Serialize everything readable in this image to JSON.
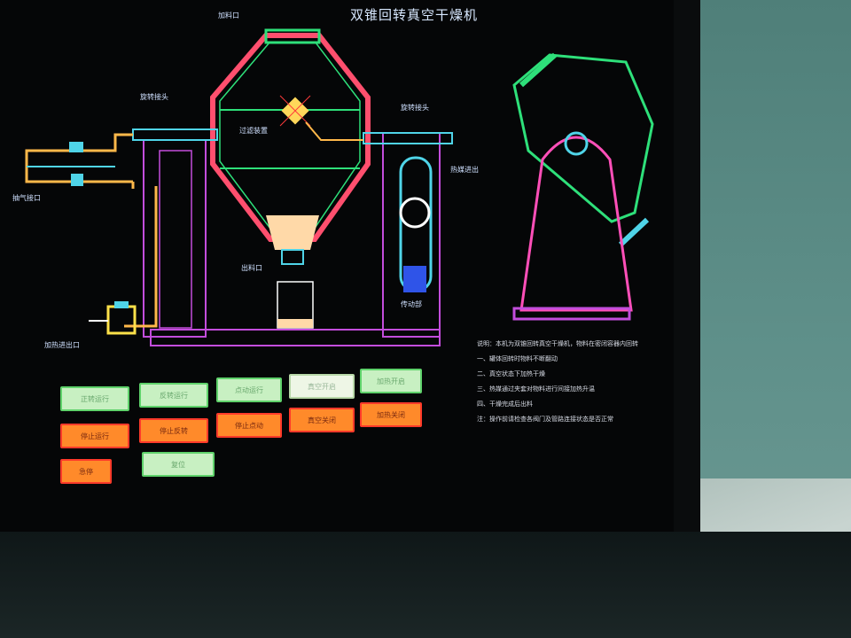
{
  "screen": {
    "title": "双锥回转真空干燥机"
  },
  "labels": {
    "feed_port": "加料口",
    "rotary_joint_left": "旋转接头",
    "rotary_joint_right": "旋转接头",
    "heating_medium": "热媒进出",
    "vacuum_port": "抽气接口",
    "discharge_port": "出料口",
    "drive_unit": "传动部",
    "inner_label": "过滤装置",
    "bottom_left_port": "加热进出口"
  },
  "buttons": [
    {
      "label": "正转运行",
      "style": "green"
    },
    {
      "label": "反转运行",
      "style": "green"
    },
    {
      "label": "点动运行",
      "style": "green"
    },
    {
      "label": "真空开启",
      "style": "white"
    },
    {
      "label": "加热开启",
      "style": "green"
    },
    {
      "label": "停止运行",
      "style": "orange"
    },
    {
      "label": "停止反转",
      "style": "orange"
    },
    {
      "label": "停止点动",
      "style": "orange"
    },
    {
      "label": "真空关闭",
      "style": "orange"
    },
    {
      "label": "加热关闭",
      "style": "orange"
    },
    {
      "label": "急停",
      "style": "orange"
    },
    {
      "label": "复位",
      "style": "green"
    }
  ],
  "legend": [
    "说明：本机为双锥回转真空干燥机，物料在密闭容器内回转",
    "一、罐体回转时物料不断翻动",
    "二、真空状态下加热干燥",
    "三、热媒通过夹套对物料进行间接加热升温",
    "四、干燥完成后出料",
    "注：操作前请检查各阀门及管路连接状态是否正常"
  ],
  "colors": {
    "vessel_outer": "#ff4f6e",
    "frame": "#c34ddc",
    "pipe": "#ffb84a",
    "green_line": "#2ee07a",
    "cyan": "#4fd4e8",
    "cone_fill": "#ffd9a8"
  }
}
